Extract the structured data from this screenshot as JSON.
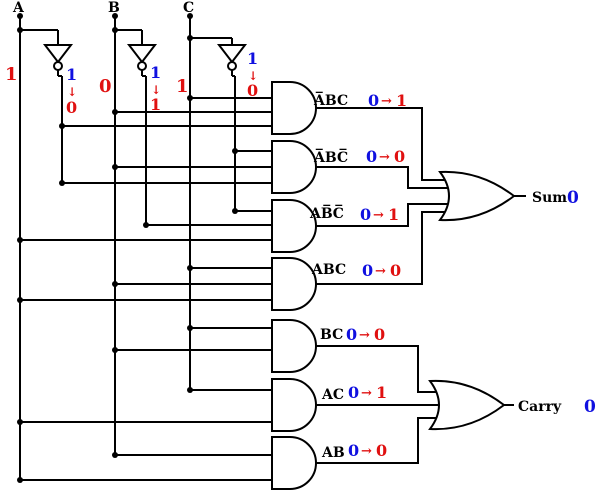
{
  "inputs": {
    "a": {
      "label": "A",
      "value": "1"
    },
    "b": {
      "label": "B",
      "value": "0"
    },
    "c": {
      "label": "C",
      "value": "1"
    }
  },
  "inverters": [
    {
      "from": "1",
      "arrow": "↓",
      "to": "0"
    },
    {
      "from": "1",
      "arrow": "↓",
      "to": "1"
    },
    {
      "from": "1",
      "arrow": "↓",
      "to": "0"
    }
  ],
  "and_gates": [
    {
      "term": "A̅BC",
      "from": "0",
      "arrow": "→",
      "to": "1"
    },
    {
      "term": "A̅BC̅",
      "from": "0",
      "arrow": "→",
      "to": "0"
    },
    {
      "term": "AB̅C̅",
      "from": "0",
      "arrow": "→",
      "to": "1"
    },
    {
      "term": "ABC",
      "from": "0",
      "arrow": "→",
      "to": "0"
    },
    {
      "term": "BC",
      "from": "0",
      "arrow": "→",
      "to": "0"
    },
    {
      "term": "AC",
      "from": "0",
      "arrow": "→",
      "to": "1"
    },
    {
      "term": "AB",
      "from": "0",
      "arrow": "→",
      "to": "0"
    }
  ],
  "outputs": {
    "sum": {
      "label": "Sum",
      "value": "0"
    },
    "carry": {
      "label": "Carry",
      "value": "0"
    }
  },
  "colors": {
    "blue": "#1010e0",
    "red": "#e01010",
    "wire": "#000000"
  }
}
